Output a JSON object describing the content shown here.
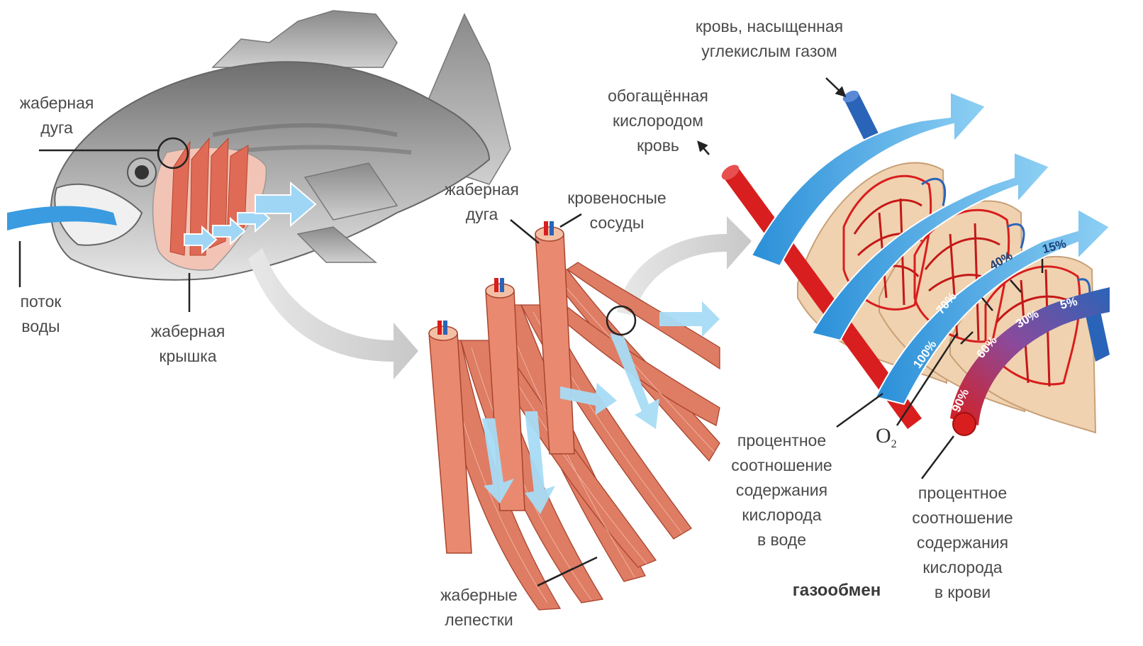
{
  "labels": {
    "gill_arch_fish": "жаберная\nдуга",
    "water_flow": "поток\nводы",
    "gill_cover": "жаберная\nкрышка",
    "gill_arch_detail": "жаберная\nдуга",
    "blood_vessels": "кровеносные\nсосуды",
    "gill_filaments": "жаберные\nлепестки",
    "oxygenated_blood": "обогащённая\nкислородом\nкровь",
    "co2_blood": "кровь, насыщенная\nуглекислым газом",
    "water_oxygen_pct": "процентное\nсоотношение\nсодержания\nкислорода\nв воде",
    "blood_oxygen_pct": "процентное\nсоотношение\nсодержания\nкислорода\nв крови",
    "gas_exchange": "газообмен",
    "o2": "O",
    "o2_sub": "2"
  },
  "water_percentages": [
    "100%",
    "70%",
    "40%",
    "15%"
  ],
  "blood_percentages": [
    "90%",
    "60%",
    "30%",
    "5%"
  ],
  "colors": {
    "water": "#3a9be0",
    "water_light": "#b8e2f8",
    "blood_red": "#d81e1e",
    "blood_blue": "#2a64b8",
    "tissue": "#f0d2b0",
    "filament": "#de7c64",
    "fish_grey": "#9a9a9a",
    "label": "#4a4a4a"
  },
  "icons": {
    "transition_arrow": "curved-grey-arrow",
    "water_arrow": "light-blue-arrow"
  }
}
